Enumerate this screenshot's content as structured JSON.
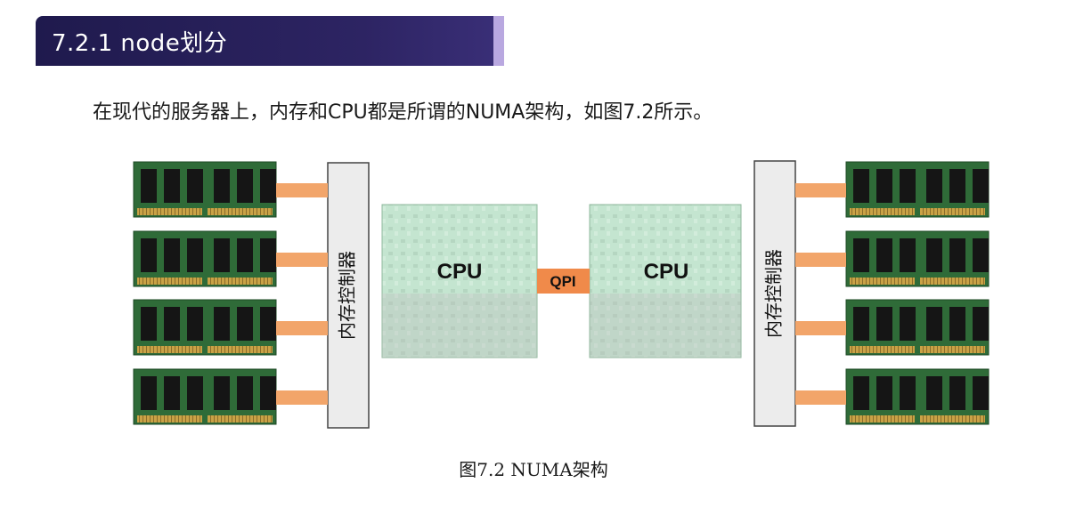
{
  "section": {
    "title": "7.2.1   node划分"
  },
  "intro_text": "在现代的服务器上，内存和CPU都是所谓的NUMA架构，如图7.2所示。",
  "diagram": {
    "left_controller_label": "内存控制器",
    "right_controller_label": "内存控制器",
    "left_cpu_label": "CPU",
    "right_cpu_label": "CPU",
    "interconnect_label": "QPI",
    "memory_modules_per_side": 4
  },
  "caption": "图7.2    NUMA架构",
  "colors": {
    "header_bg": "#2d2463",
    "header_accent": "#b9a8e0",
    "ram_green": "#2f6b38",
    "chip_black": "#151515",
    "gold_pins": "#c9a246",
    "cpu_fill": "#bfe3cc",
    "link_orange": "#f2a56a",
    "qpi_orange": "#f08a4a"
  }
}
